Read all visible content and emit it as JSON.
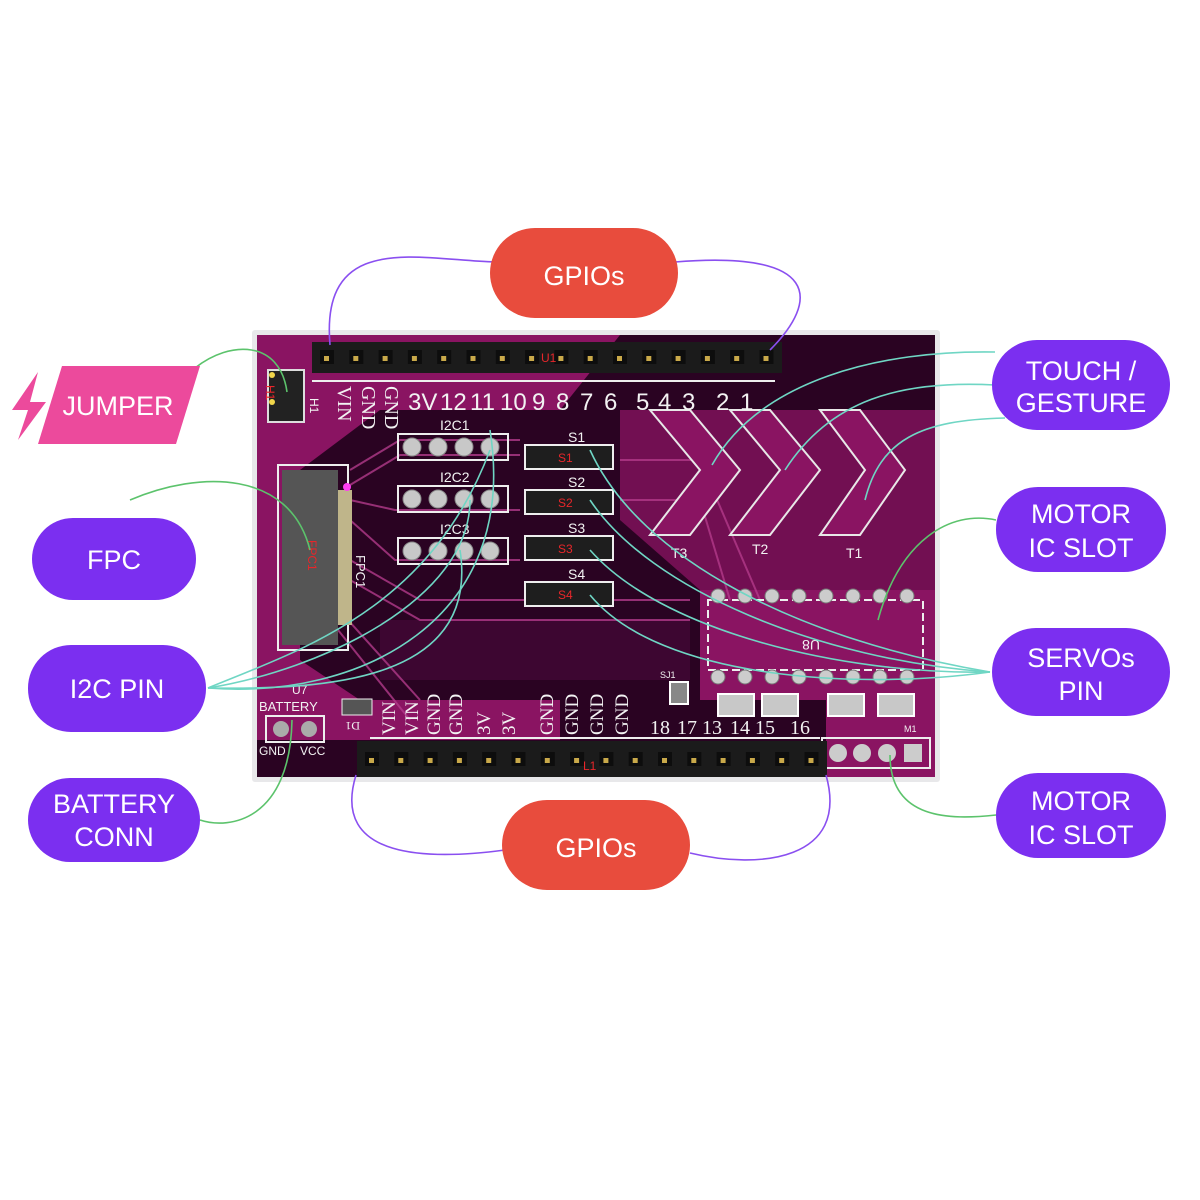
{
  "colors": {
    "gpio": "#e84c3d",
    "callout": "#7b2ff0",
    "jumper": "#ec4a9c",
    "board_dark": "#2a0322",
    "board_magenta": "#8a1462",
    "teal_line": "#6fd6c4",
    "green_line": "#5cc36c",
    "purple_line": "#8a4ff0"
  },
  "callouts": {
    "gpios_top": "GPIOs",
    "gpios_bottom": "GPIOs",
    "touch_line1": "TOUCH /",
    "touch_line2": "GESTURE",
    "motor1_line1": "MOTOR",
    "motor1_line2": "IC SLOT",
    "servos_line1": "SERVOs",
    "servos_line2": "PIN",
    "motor2_line1": "MOTOR",
    "motor2_line2": "IC SLOT",
    "jumper": "JUMPER",
    "fpc": "FPC",
    "i2c": "I2C PIN",
    "battery_line1": "BATTERY",
    "battery_line2": "CONN"
  },
  "board": {
    "top_header_ref": "U1",
    "bottom_header_ref": "L1",
    "top_pins": [
      "VIN",
      "GND",
      "GND",
      "3V",
      "12",
      "11",
      "10",
      "9",
      "8",
      "7",
      "6",
      "5",
      "4",
      "3",
      "2",
      "1"
    ],
    "bottom_pins_rot": [
      "VIN",
      "VIN",
      "GND",
      "GND",
      "3V",
      "3V",
      "GND",
      "GND",
      "GND",
      "GND"
    ],
    "bottom_pins_num": [
      "18",
      "17",
      "13",
      "14",
      "15",
      "16"
    ],
    "h1": "H1",
    "fpc_ref": "FPC1",
    "i2c": [
      "I2C1",
      "I2C2",
      "I2C3"
    ],
    "switches": [
      "S1",
      "S2",
      "S3",
      "S4"
    ],
    "touch": [
      "T3",
      "T2",
      "T1"
    ],
    "u8": "U8",
    "u7": "U7",
    "battery": "BATTERY",
    "gnd": "GND",
    "vcc": "VCC",
    "d1": "D1",
    "sj1": "SJ1",
    "m1": "M1"
  }
}
